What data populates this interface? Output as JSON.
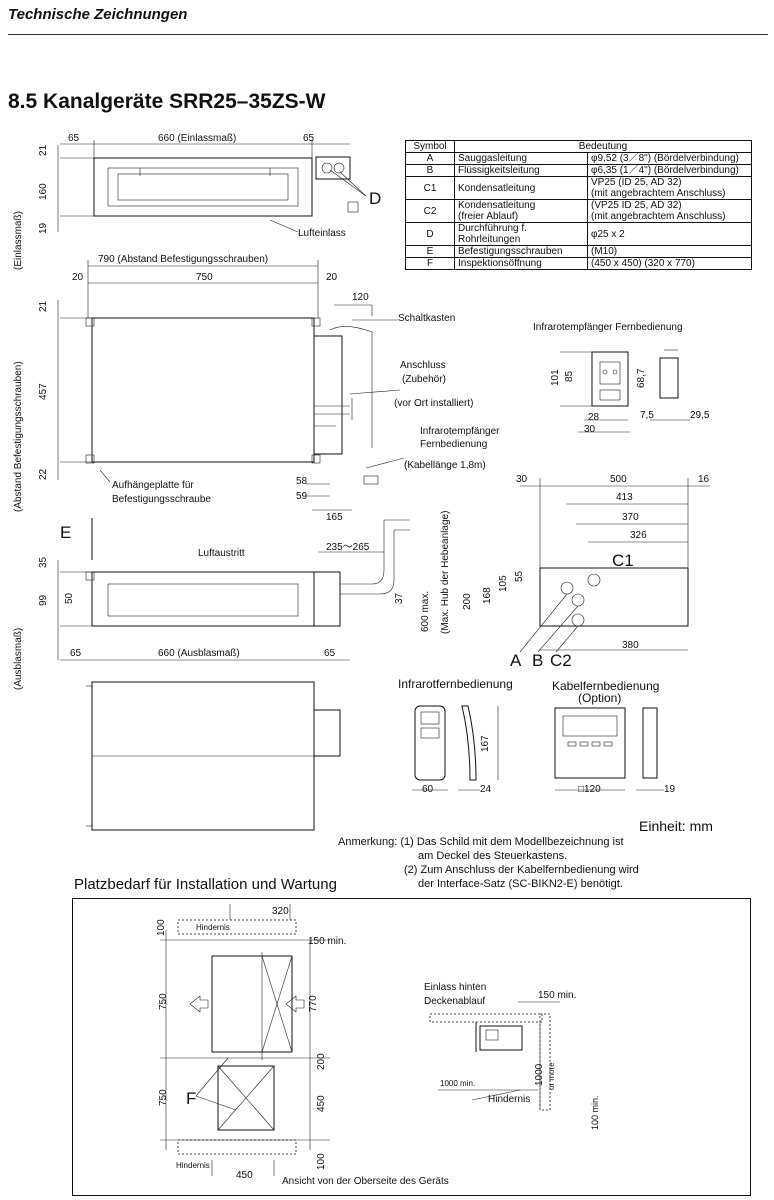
{
  "header": {
    "title": "Technische Zeichnungen"
  },
  "section": {
    "title": "8.5 Kanalgeräte SRR25–35ZS-W"
  },
  "symbol_table": {
    "col_symbol": "Symbol",
    "col_meaning": "Bedeutung",
    "rows": [
      {
        "sym": "A",
        "desc": "Sauggasleitung",
        "desc2": "",
        "val": "φ9,52 (3／8\") (Bördelverbindung)",
        "val2": ""
      },
      {
        "sym": "B",
        "desc": "Flüssigkeitsleitung",
        "desc2": "",
        "val": "φ6,35 (1／4\") (Bördelverbindung)",
        "val2": ""
      },
      {
        "sym": "C1",
        "desc": "Kondensatleitung",
        "desc2": "",
        "val": "VP25 (ID 25, AD 32)",
        "val2": "(mit angebrachtem Anschluss)"
      },
      {
        "sym": "C2",
        "desc": "Kondensatleitung",
        "desc2": "(freier Ablauf)",
        "val": "(VP25 ID 25, AD 32)",
        "val2": "(mit angebrachtem Anschluss)"
      },
      {
        "sym": "D",
        "desc": "Durchführung f. Rohrleitungen",
        "desc2": "",
        "val": "φ25 x 2",
        "val2": ""
      },
      {
        "sym": "E",
        "desc": "Befestigungsschrauben",
        "desc2": "",
        "val": "(M10)",
        "val2": ""
      },
      {
        "sym": "F",
        "desc": "Inspektionsöffnung",
        "desc2": "",
        "val": "(450 x 450) (320 x 770)",
        "val2": ""
      }
    ]
  },
  "labels": {
    "einlassmass_top": "660 (Einlassmaß)",
    "d65": "65",
    "d21": "21",
    "d160": "160",
    "d19": "19",
    "einlassmass_side": "(Einlassmaß)",
    "lufteinlass": "Lufteinlass",
    "D": "D",
    "abstand_790": "790 (Abstand Befestigungsschrauben)",
    "d20": "20",
    "d750": "750",
    "d120": "120",
    "schaltkasten": "Schaltkasten",
    "d457": "457",
    "d22": "22",
    "abstand_side": "(Abstand Befestigungsschrauben)",
    "anschluss": "Anschluss",
    "zubehoer": "(Zubehör)",
    "vor_ort": "(vor Ort installiert)",
    "ir_empf1": "Infrarotempfänger",
    "ir_empf2": "Fernbedienung",
    "kabel": "(Kabellänge 1,8m)",
    "aufh1": "Aufhängeplatte für",
    "aufh2": "Befestigungsschraube",
    "d58": "58",
    "d59": "59",
    "d165": "165",
    "ir_title": "Infrarotempfänger Fernbedienung",
    "d101": "101",
    "d85": "85",
    "d68_7": "68,7",
    "d28": "28",
    "d30": "30",
    "d7_5": "7,5",
    "d29_5": "29,5",
    "E": "E",
    "luftaustritt": "Luftaustritt",
    "d235": "235～265",
    "d35": "35",
    "d99": "99",
    "d50": "50",
    "d37": "37",
    "d600": "600 max.",
    "hub": "(Max. Hub der Hebeanlage)",
    "ausblasmass": "660 (Ausblasmaß)",
    "ausblas_side": "(Ausblasmaß)",
    "d500": "500",
    "d16": "16",
    "d413": "413",
    "d370": "370",
    "d326": "326",
    "C1": "C1",
    "d200": "200",
    "d168": "168",
    "d105": "105",
    "d55": "55",
    "d380": "380",
    "A": "A",
    "B": "B",
    "C2": "C2",
    "ir_fb": "Infrarotfernbedienung",
    "kabel_fb": "Kabelfernbedienung",
    "option": "(Option)",
    "d167": "167",
    "d60": "60",
    "d24": "24",
    "d120b": "□120",
    "d19b": "19",
    "einheit": "Einheit: mm",
    "anmerkung": "Anmerkung: (1) Das Schild mit dem Modellbezeichnung ist",
    "anm1b": "am Deckel des Steuerkastens.",
    "anm2": "(2) Zum Anschluss der Kabelfernbedienung wird",
    "anm2b": "der Interface-Satz (SC-BIKN2-E) benötigt.",
    "platzbedarf": "Platzbedarf für Installation und Wartung",
    "d320": "320",
    "d100": "100",
    "hindernis": "Hindernis",
    "d150": "150 min.",
    "d770": "770",
    "d200b": "200",
    "d450": "450",
    "F": "F",
    "ansicht": "Ansicht von der Oberseite des Geräts",
    "einlass_hinten": "Einlass hinten",
    "deckenablauf": "Deckenablauf",
    "d1000": "1000 min.",
    "d1000b": "1000",
    "or_more": "or more",
    "d100min": "100 min."
  }
}
